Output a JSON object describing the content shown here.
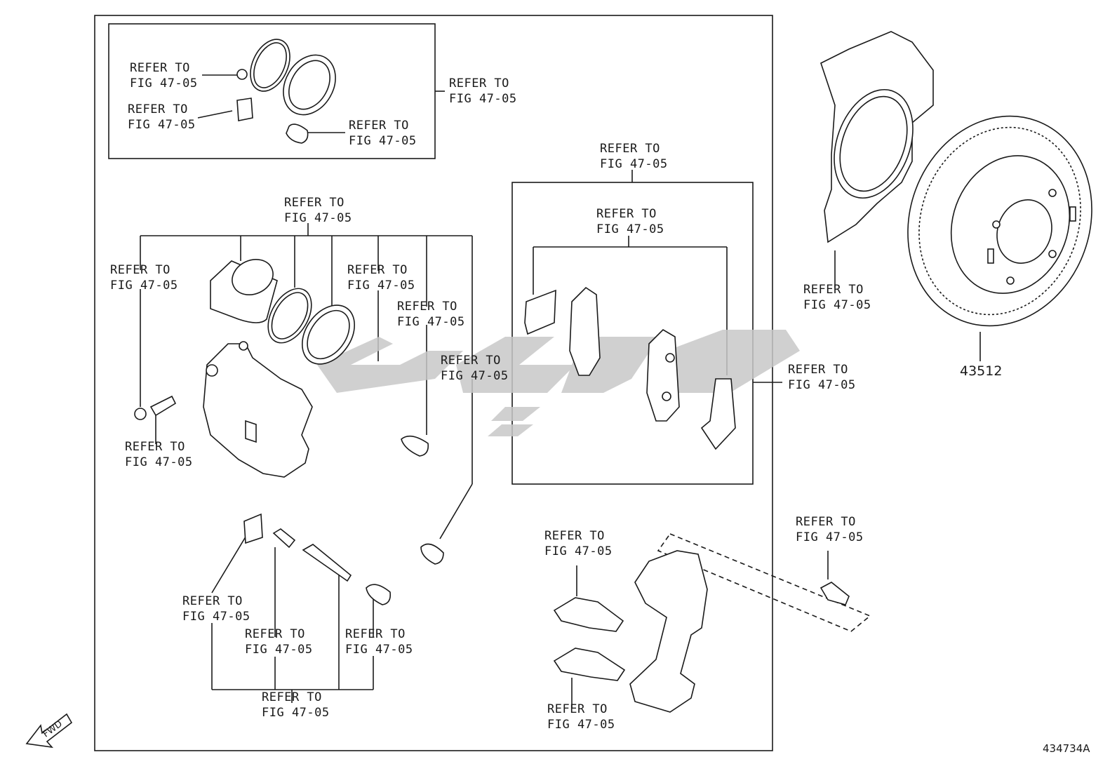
{
  "diagram": {
    "figure_id": "434734A",
    "part_number": "43512",
    "fwd_label": "FWD",
    "refer": {
      "line1": "REFER TO",
      "line2": "FIG 47-05"
    },
    "colors": {
      "line": "#1a1a1a",
      "watermark": "#c8c8c8",
      "background": "#ffffff"
    }
  }
}
